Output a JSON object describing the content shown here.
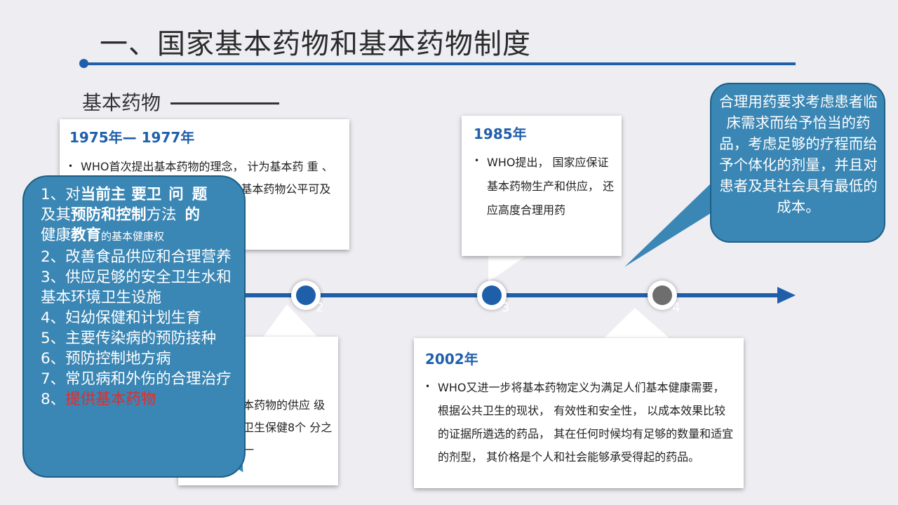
{
  "slide": {
    "title": "一、国家基本药物和基本药物制度",
    "subtitle": "基本药物"
  },
  "cards": {
    "c1": {
      "year": "1975年— 1977年",
      "text": "WHO首次提出基本药物的理念，   计为基本药    重   、   本   、不可缺少，满足人    药   ，   将基本药物公平可及作"
    },
    "c2": {
      "year": "1985年",
      "text": "WHO提出， 国家应保证基本药物生产和供应， 还应高度合理用药"
    },
    "c3": {
      "year": "2002年",
      "text": "WHO又进一步将基本药物定义为满足人们基本健康需要， 根据公共卫生的现状， 有效性和安全性， 以成本效果比较的证据所遴选的药品， 其在任何时候均有足够的数量和适宜的剂型， 其价格是个人和社会能够承受得起的药品。"
    },
    "c4": {
      "text": "本药物的供应    级卫生保健8个    分之一"
    }
  },
  "timeline": {
    "nodes": [
      {
        "label": "2",
        "color": "#1f5faa"
      },
      {
        "label": "3",
        "color": "#1f5faa"
      },
      {
        "label": "4",
        "color": "#7a7a7a"
      }
    ]
  },
  "bubble_left": {
    "l1a": "1、对",
    "l1b": "当前主",
    "l1c": "要卫",
    "l1d": "问",
    "l1e": "题",
    "l2a": "及其",
    "l2b": "预防和控制",
    "l2c": "方法",
    "l2d": "的",
    "l3a": "健康",
    "l3b": "教育",
    "l3c": "的基本健康权",
    "items": [
      "2、改善食品供应和合理营养",
      "3、供应足够的安全卫生水和基本环境卫生设施",
      "4、妇幼保健和计划生育",
      "5、主要传染病的预防接种",
      "6、预防控制地方病",
      "7、常见病和外伤的合理治疗"
    ],
    "last_prefix": "8、",
    "last_red": "提供基本药物"
  },
  "bubble_right": {
    "text": "合理用药要求考虑患者临床需求而给予恰当的药品，考虑足够的疗程而给予个体化的剂量，并且对患者及其社会具有最低的成本。"
  },
  "colors": {
    "accent": "#1f5faa",
    "bubble": "#3a86b4",
    "highlight_red": "#e52b2b",
    "background": "#eeedf2"
  }
}
